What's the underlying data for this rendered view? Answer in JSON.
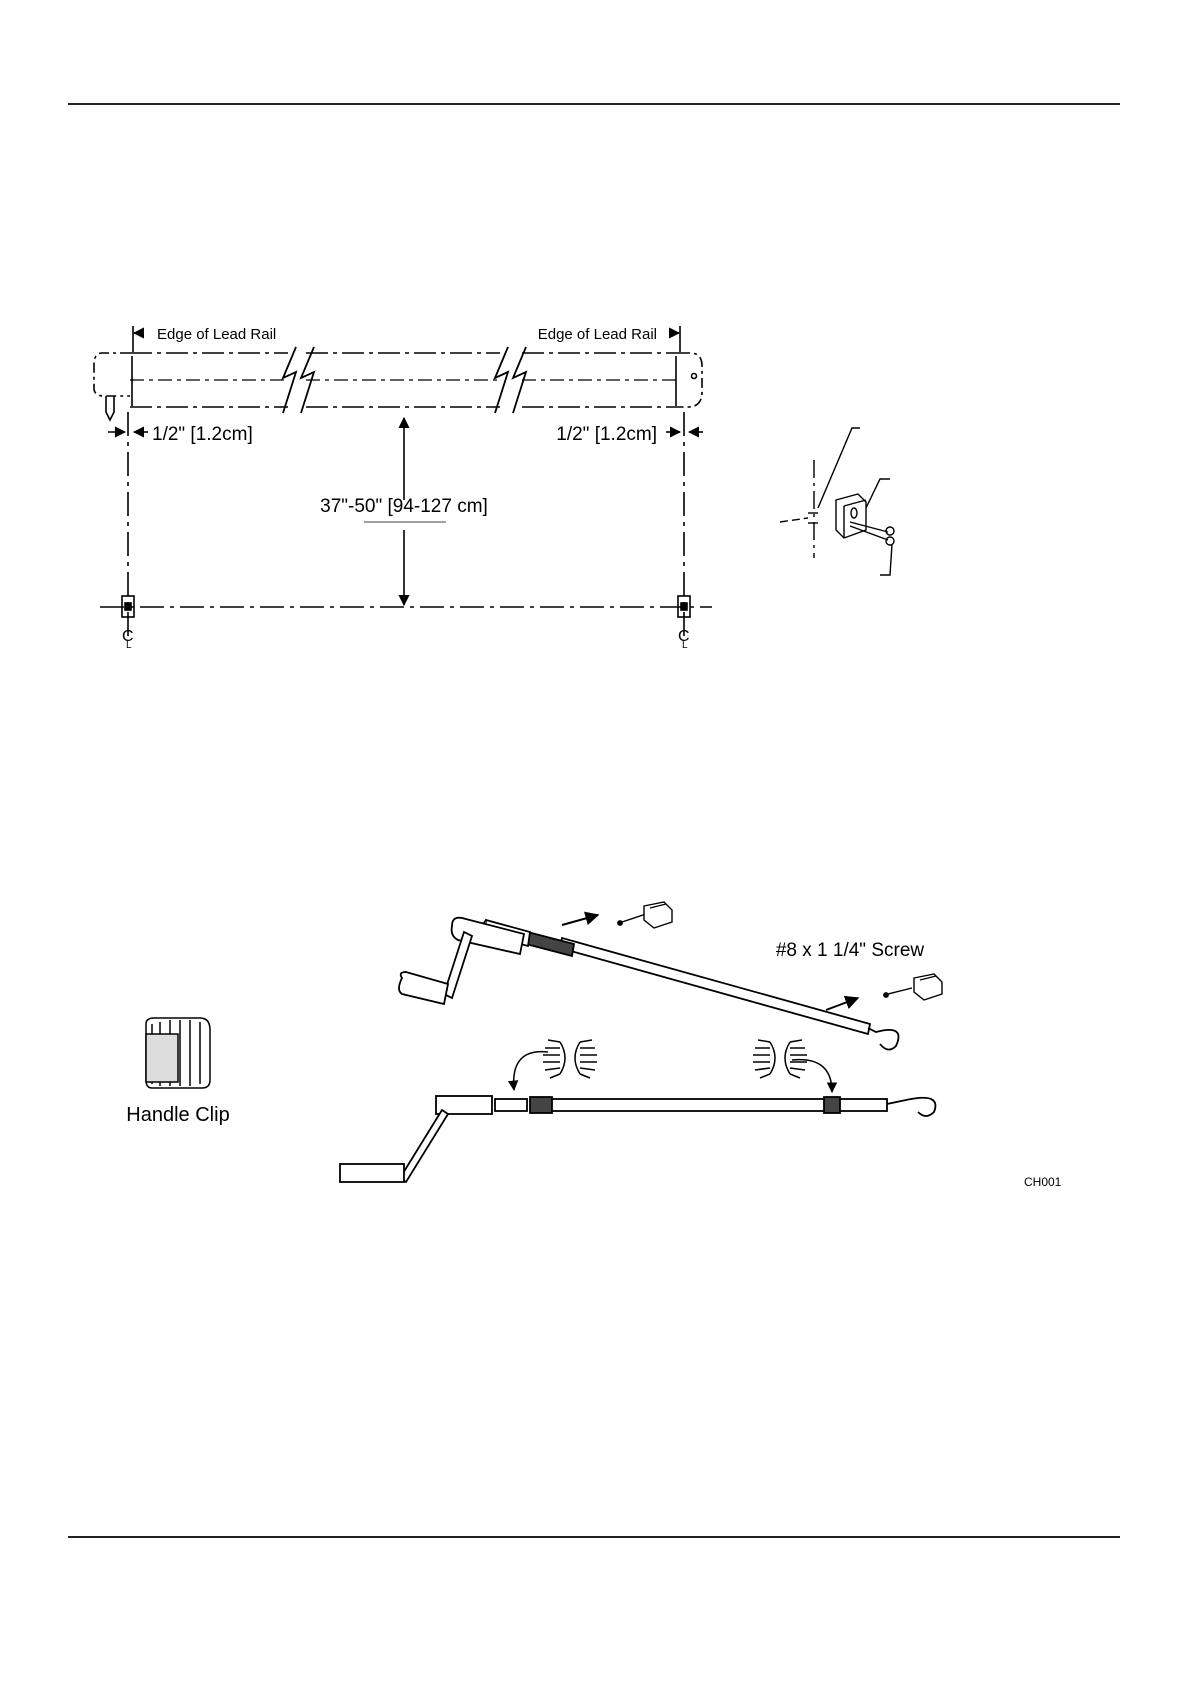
{
  "rail_figure": {
    "edge_label_left": "Edge of Lead Rail",
    "edge_label_right": "Edge of Lead Rail",
    "offset_left": "1/2\" [1.2cm]",
    "offset_right": "1/2\" [1.2cm]",
    "height_range": "37\"-50\" [94-127 cm]",
    "centerline_left": "C",
    "centerline_left_sub": "L",
    "centerline_right": "C",
    "centerline_right_sub": "L"
  },
  "crank_figure": {
    "screw_label": "#8 x 1 1/4\" Screw",
    "clip_caption": "Handle Clip",
    "figure_code": "CH001"
  }
}
